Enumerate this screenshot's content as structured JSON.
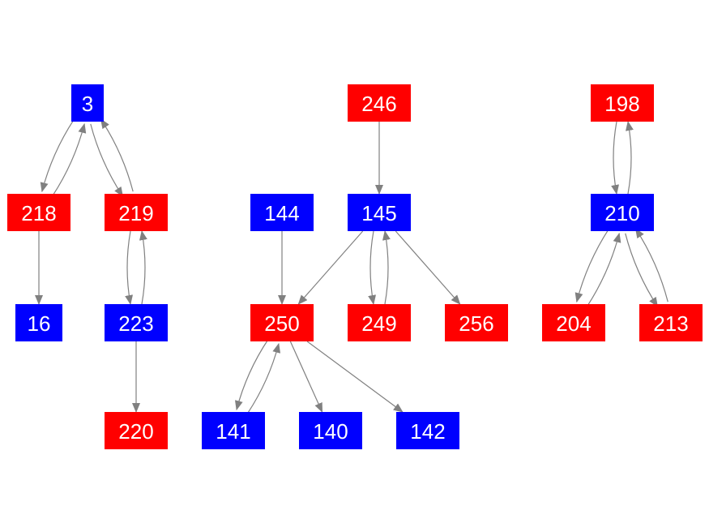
{
  "colors": {
    "red": "#ff0000",
    "blue": "#0000ff",
    "edge": "#808080",
    "label": "#ffffff"
  },
  "nodes": [
    {
      "id": "3",
      "label": "3",
      "color": "blue"
    },
    {
      "id": "218",
      "label": "218",
      "color": "red"
    },
    {
      "id": "219",
      "label": "219",
      "color": "red"
    },
    {
      "id": "16",
      "label": "16",
      "color": "blue"
    },
    {
      "id": "223",
      "label": "223",
      "color": "blue"
    },
    {
      "id": "220",
      "label": "220",
      "color": "red"
    },
    {
      "id": "246",
      "label": "246",
      "color": "red"
    },
    {
      "id": "144",
      "label": "144",
      "color": "blue"
    },
    {
      "id": "145",
      "label": "145",
      "color": "blue"
    },
    {
      "id": "250",
      "label": "250",
      "color": "red"
    },
    {
      "id": "249",
      "label": "249",
      "color": "red"
    },
    {
      "id": "256",
      "label": "256",
      "color": "red"
    },
    {
      "id": "141",
      "label": "141",
      "color": "blue"
    },
    {
      "id": "140",
      "label": "140",
      "color": "blue"
    },
    {
      "id": "142",
      "label": "142",
      "color": "blue"
    },
    {
      "id": "198",
      "label": "198",
      "color": "red"
    },
    {
      "id": "210",
      "label": "210",
      "color": "blue"
    },
    {
      "id": "204",
      "label": "204",
      "color": "red"
    },
    {
      "id": "213",
      "label": "213",
      "color": "red"
    }
  ],
  "edges": [
    {
      "from": "3",
      "to": "218"
    },
    {
      "from": "218",
      "to": "3"
    },
    {
      "from": "3",
      "to": "219"
    },
    {
      "from": "219",
      "to": "3"
    },
    {
      "from": "218",
      "to": "16"
    },
    {
      "from": "219",
      "to": "223"
    },
    {
      "from": "223",
      "to": "219"
    },
    {
      "from": "223",
      "to": "220"
    },
    {
      "from": "246",
      "to": "145"
    },
    {
      "from": "144",
      "to": "250"
    },
    {
      "from": "145",
      "to": "250"
    },
    {
      "from": "145",
      "to": "249"
    },
    {
      "from": "249",
      "to": "145"
    },
    {
      "from": "145",
      "to": "256"
    },
    {
      "from": "250",
      "to": "141"
    },
    {
      "from": "141",
      "to": "250"
    },
    {
      "from": "250",
      "to": "140"
    },
    {
      "from": "250",
      "to": "142"
    },
    {
      "from": "198",
      "to": "210"
    },
    {
      "from": "210",
      "to": "198"
    },
    {
      "from": "210",
      "to": "204"
    },
    {
      "from": "204",
      "to": "210"
    },
    {
      "from": "210",
      "to": "213"
    },
    {
      "from": "213",
      "to": "210"
    }
  ]
}
